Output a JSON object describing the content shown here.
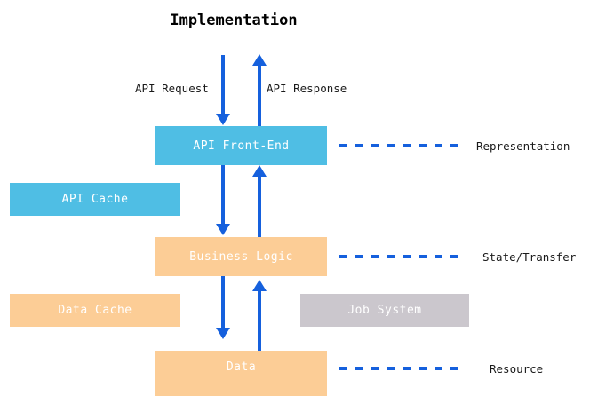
{
  "diagram": {
    "title": "Implementation",
    "background_color": "#ffffff",
    "colors": {
      "cyan": "#4FBEE4",
      "peach": "#FCCD96",
      "gray": "#CBC7CD",
      "arrow_blue": "#1560DD",
      "text_dark": "#1a1a1a",
      "box_text": "#ffffff"
    },
    "boxes": [
      {
        "id": "api-front-end",
        "label": "API Front-End",
        "color": "cyan"
      },
      {
        "id": "api-cache",
        "label": "API Cache",
        "color": "cyan"
      },
      {
        "id": "business-logic",
        "label": "Business Logic",
        "color": "peach"
      },
      {
        "id": "data-cache",
        "label": "Data Cache",
        "color": "peach"
      },
      {
        "id": "job-system",
        "label": "Job System",
        "color": "gray"
      },
      {
        "id": "data",
        "label": "Data",
        "color": "peach"
      }
    ],
    "flows": [
      {
        "id": "api-request",
        "label": "API Request",
        "direction": "down"
      },
      {
        "id": "api-response",
        "label": "API Response",
        "direction": "up"
      }
    ],
    "tiers": [
      {
        "id": "representation",
        "label": "Representation",
        "connects": "api-front-end"
      },
      {
        "id": "state-transfer",
        "label": "State/Transfer",
        "connects": "business-logic"
      },
      {
        "id": "resource",
        "label": "Resource",
        "connects": "data"
      }
    ]
  }
}
